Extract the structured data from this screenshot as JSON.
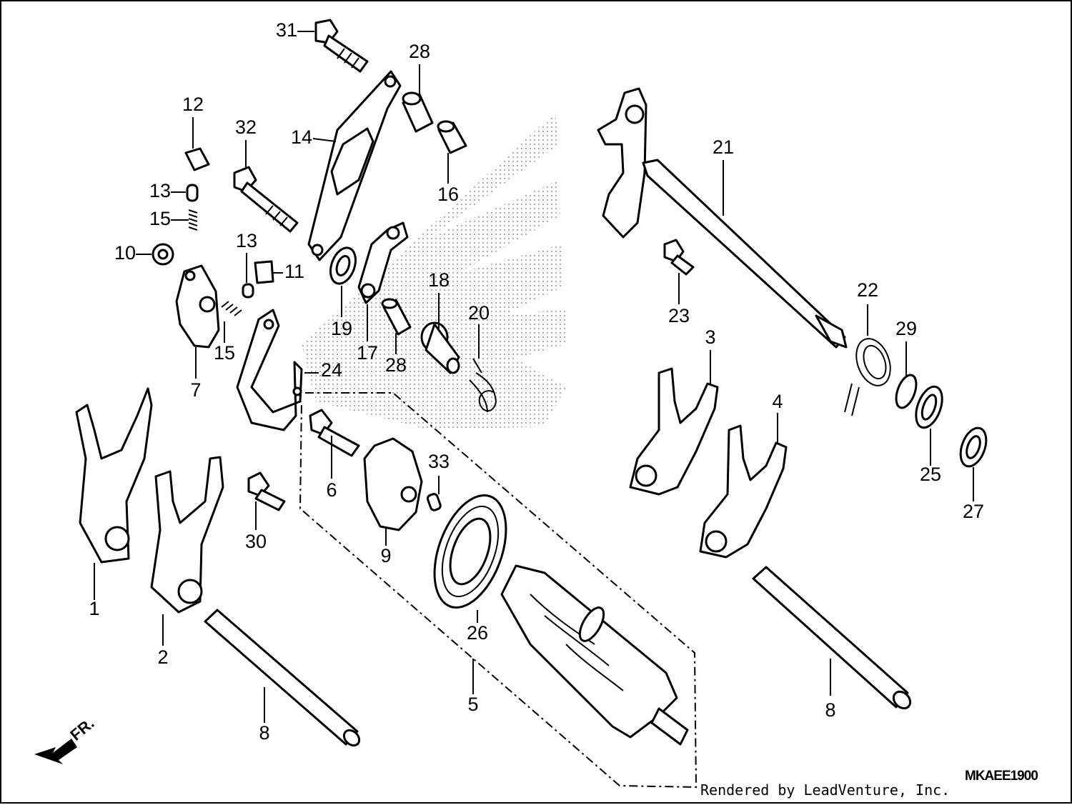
{
  "diagram": {
    "labels": {
      "l1": "1",
      "l2": "2",
      "l3": "3",
      "l4": "4",
      "l5": "5",
      "l6": "6",
      "l7": "7",
      "l8a": "8",
      "l8b": "8",
      "l9": "9",
      "l10": "10",
      "l11": "11",
      "l12": "12",
      "l13a": "13",
      "l13b": "13",
      "l14": "14",
      "l15a": "15",
      "l15b": "15",
      "l16": "16",
      "l17": "17",
      "l18": "18",
      "l19": "19",
      "l20": "20",
      "l21": "21",
      "l22": "22",
      "l23": "23",
      "l24": "24",
      "l25": "25",
      "l26": "26",
      "l27": "27",
      "l28a": "28",
      "l28b": "28",
      "l29": "29",
      "l30": "30",
      "l31": "31",
      "l32": "32",
      "l33": "33"
    },
    "direction": "FR.",
    "code": "MKAEE1900"
  },
  "footer": {
    "credit": "Rendered by LeadVenture, Inc."
  },
  "colors": {
    "line": "#000000",
    "background": "#ffffff",
    "pattern": "#9a9a9a"
  }
}
